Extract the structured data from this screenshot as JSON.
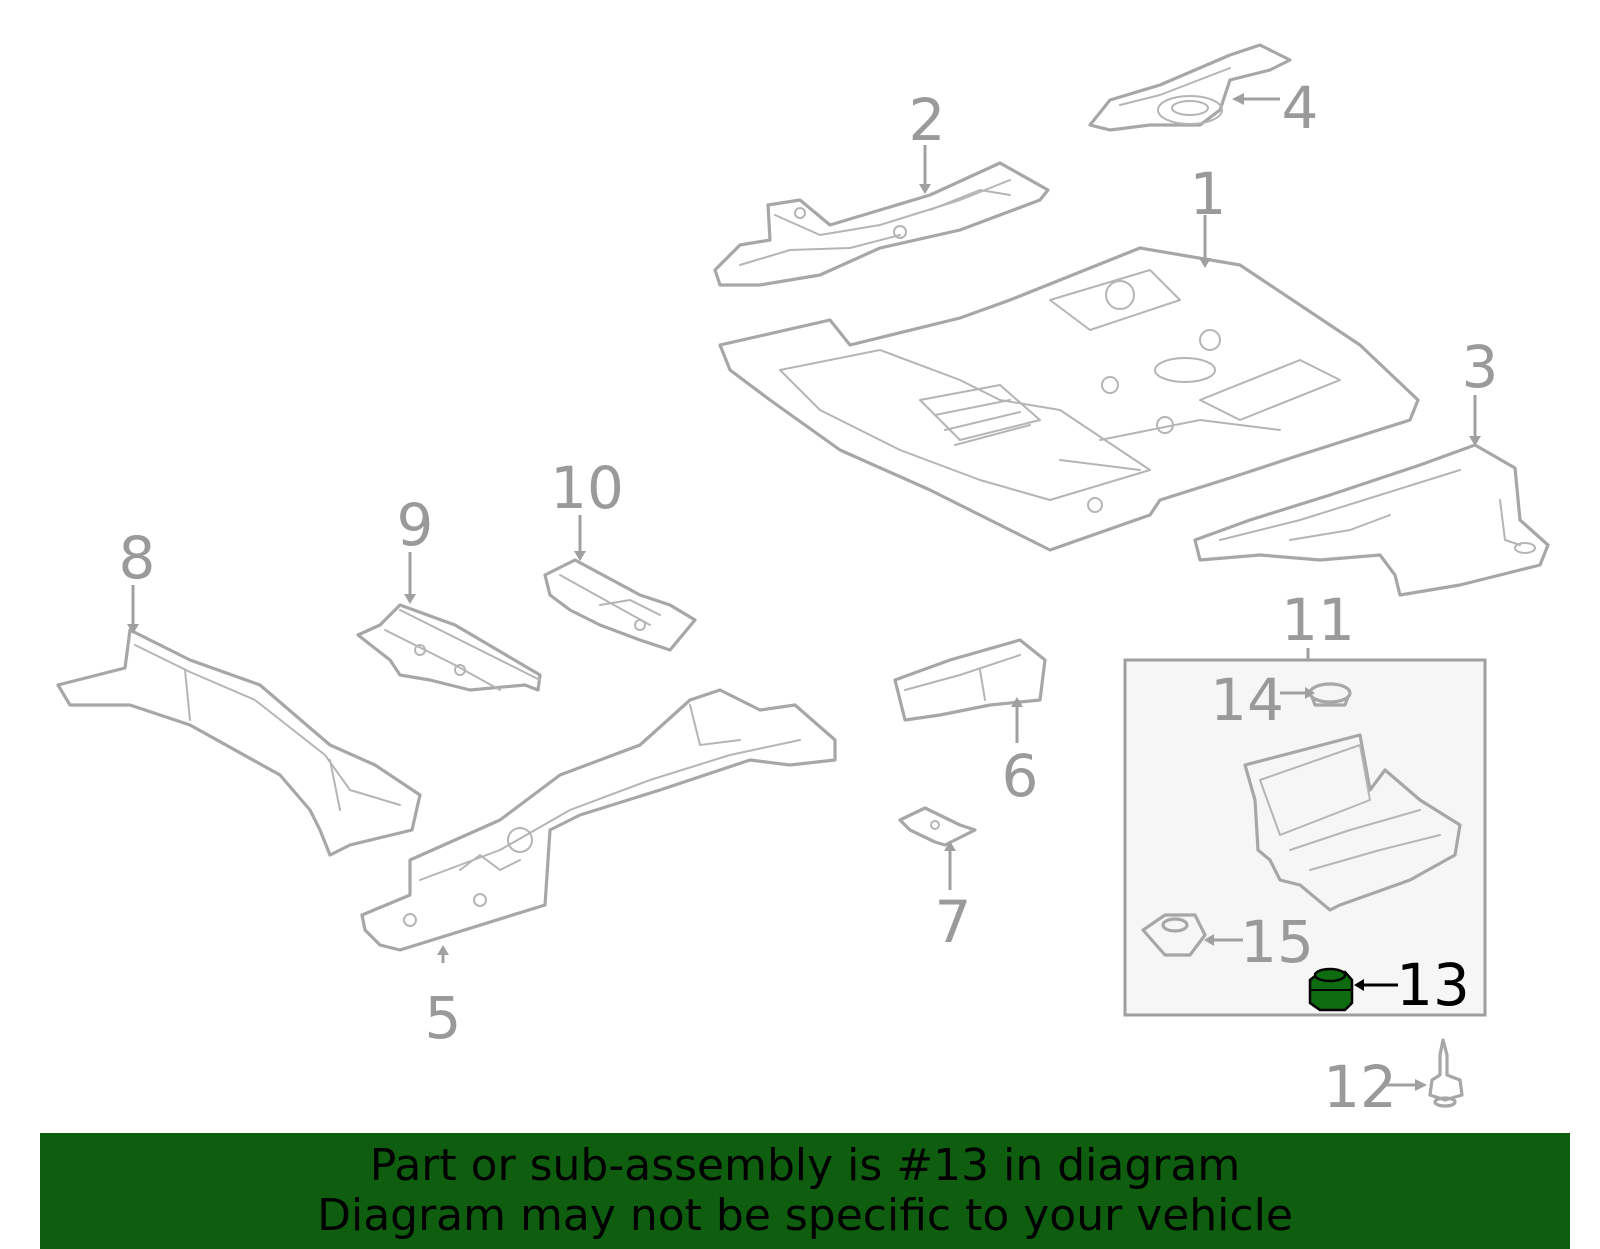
{
  "diagram": {
    "highlight_color": "#0f6b0f",
    "callouts": {
      "c1": "1",
      "c2": "2",
      "c3": "3",
      "c4": "4",
      "c5": "5",
      "c6": "6",
      "c7": "7",
      "c8": "8",
      "c9": "9",
      "c10": "10",
      "c11": "11",
      "c12": "12",
      "c13": "13",
      "c14": "14",
      "c15": "15"
    }
  },
  "banner": {
    "line1": "Part or sub-assembly is #13 in diagram",
    "line2": "Diagram may not be specific to your vehicle",
    "background": "#0f5e0f"
  }
}
